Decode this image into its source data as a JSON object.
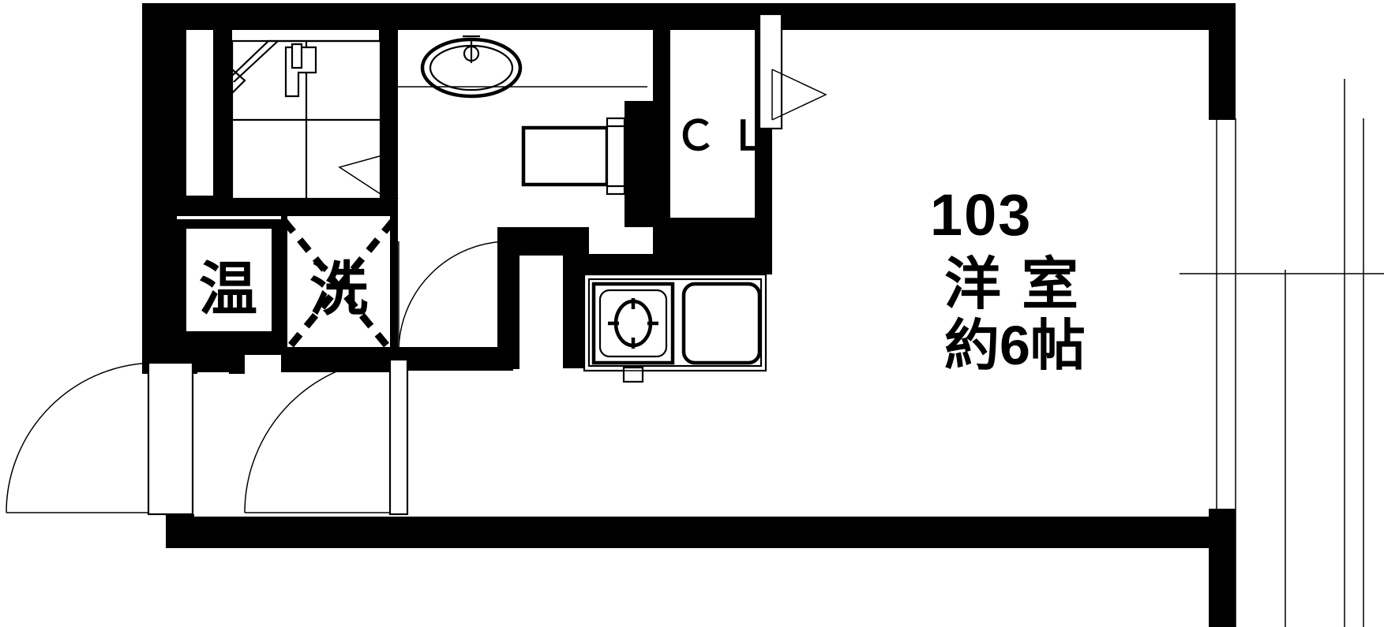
{
  "document": {
    "type": "floor-plan",
    "title": "103",
    "language": "ja"
  },
  "room_labels": {
    "unit_number": "103",
    "room_type": "洋室",
    "room_size": "約6帖",
    "closet": "ＣＬ",
    "water_heater": "温",
    "washing_machine": "洗"
  },
  "fixtures": {
    "bathtub": "bathtub-icon",
    "toilet": "toilet-icon",
    "toilet_tank": "toilet-tank-icon",
    "sink": "kitchen-sink-icon",
    "stove": "gas-stove-icon",
    "window": "window-icon",
    "entry_door": "entry-door-icon",
    "interior_door": "interior-door-icon",
    "closet_door": "closet-door-icon"
  },
  "colors": {
    "wall": "#000000",
    "background": "#ffffff",
    "line": "#000000"
  }
}
